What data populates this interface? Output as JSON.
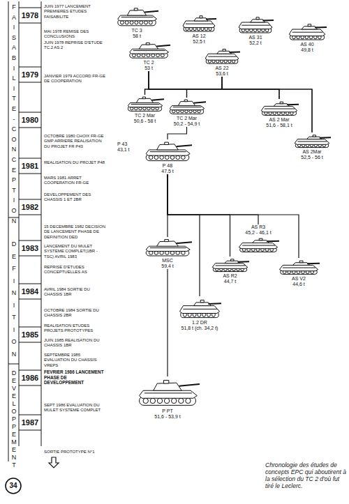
{
  "diagram": {
    "caption": "Chronologie des études de concepts EPC qui aboutirent à la sélection du TC 2 d'où fut tiré le Leclerc.",
    "nodes": [
      {
        "text": [
          "TC 3",
          "58 t"
        ]
      },
      {
        "text": [
          "TC 2",
          "53 t"
        ]
      },
      {
        "text": [
          "AS 12",
          "52,5 t"
        ]
      },
      {
        "text": [
          "AS 22",
          "53,6 t"
        ]
      },
      {
        "text": [
          "AS 31",
          "52,2 t"
        ]
      },
      {
        "text": [
          "AS 40",
          "49,8 t"
        ]
      },
      {
        "text": [
          "TC 2 Mar",
          "50,6 - 58 t"
        ]
      },
      {
        "text": [
          "TC 2 Mar",
          "50,2 - 54,9 t"
        ]
      },
      {
        "text": [
          "AS 2 Mar",
          "51,6 - 58,1 t"
        ]
      },
      {
        "text": [
          "AS 2Mar",
          "52,5 - 56 t"
        ]
      },
      {
        "text": [
          "P 48",
          "47,5 t"
        ]
      },
      {
        "text": [
          "MSC",
          "59,4 t"
        ]
      },
      {
        "text": [
          "AS R3",
          "45,2 - 46,1 t"
        ]
      },
      {
        "text": [
          "AS R2",
          "44,7 t"
        ]
      },
      {
        "text": [
          "AS V2",
          "44,6 t"
        ]
      },
      {
        "text": [
          "1.2 DR",
          "51,8 t (ch. 34,2 t)"
        ]
      },
      {
        "text": [
          "P PT",
          "51,6 - 53,9 t"
        ]
      }
    ],
    "edges": [
      {
        "from": 1,
        "to": 6,
        "arrow": "none"
      },
      {
        "from": 1,
        "to": 7,
        "arrow": "none"
      },
      {
        "from": 1,
        "to": 8,
        "arrow": "none"
      },
      {
        "from": 1,
        "to": 9,
        "arrow": "none"
      },
      {
        "from": 3,
        "to": 6,
        "arrow": "none"
      },
      {
        "from": 3,
        "to": 7,
        "arrow": "none"
      },
      {
        "from": 3,
        "to": 8,
        "arrow": "none"
      },
      {
        "from": 3,
        "to": 9,
        "arrow": "none"
      },
      {
        "from": 7,
        "to": 10,
        "arrow": "none"
      },
      {
        "from": 10,
        "to": 11,
        "arrow": "none"
      },
      {
        "from": 10,
        "to": 12,
        "arrow": "none"
      },
      {
        "from": 10,
        "to": 13,
        "arrow": "none"
      },
      {
        "from": 10,
        "to": 14,
        "arrow": "none"
      },
      {
        "from": 10,
        "to": 15,
        "arrow": "none"
      },
      {
        "from": 11,
        "to": 16,
        "arrow": "none"
      }
    ],
    "labels": [
      "FAISABILITE-CONCEPTION",
      "DEFINITION",
      "DEVELOPPEMENT",
      "1978",
      "1979",
      "1980",
      "1981",
      "1982",
      "1983",
      "1984",
      "1985",
      "1986",
      "1987",
      "JUIN 1977 LANCEMENT PREMIERES ETUDES FAISABILITE",
      "MAI 1978 REMISE DES CONCLUSIONS",
      "JUIN 1978 REPRISE D'ETUDE TC.2 AS.2",
      "JANVIER 1979 ACCORD FR-GE DE COOPERATION",
      "OCTOBRE 1980 CHOIX FR-GE GMP ARRIERE REALISATION DU PROJET FR P43",
      "REALISATION DU PROJET P48",
      "MARS 1981 ARRET COOPERATION FR-GE",
      "DEVELOPPEMENT DES CHASSIS 1 ET 2BR",
      "15 DECEMBRE 1982 DECISION DE LANCEMENT PHASE DE DEFINITION DED",
      "LANCEMENT DU MULET SYSTEME COMPLET(1BR - TSC) AVRIL 1983",
      "REPRISE D'ETUDES CONCEPTUELLES AS",
      "AVRIL 1984 SORTIE DU CHASSIS 1BR",
      "OCTOBRE 1984 SORTIE DU CHASSIS 2BR",
      "REALISATION ETUDES PROJETS PROTOTYPES",
      "JUIN 1985 REALISATION DU CHASSIS 1BR",
      "SEPTEMBRE 1985 EVALUATION DU CHASSIS VREPS",
      "FEVRIER 1986 LANCEMENT PHASE DE DEVELOPPEMENT",
      "SEPT 1986 EVALUATION DU MULET SYSTEME COMPLET",
      "SORTIE PROTOTYPE N°1",
      "P 43",
      "43,1 t",
      "34"
    ]
  }
}
